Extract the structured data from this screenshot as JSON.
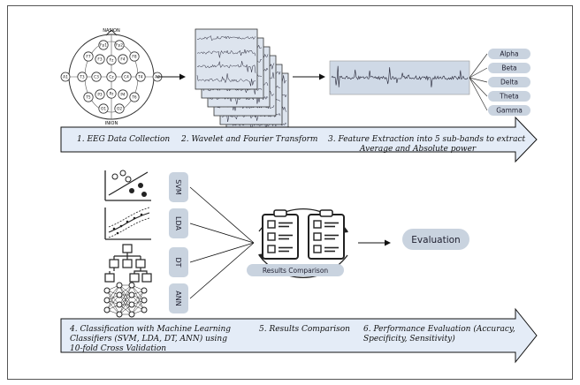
{
  "eeg_cap": {
    "top_label": "NASION",
    "bottom_label": "INION",
    "left_ear": "A1",
    "right_ear": "A2",
    "electrodes": [
      "Fp1",
      "Fp2",
      "F7",
      "F3",
      "Fz",
      "F4",
      "F8",
      "T3",
      "C3",
      "Cz",
      "C4",
      "T4",
      "T5",
      "P3",
      "Pz",
      "P4",
      "T6",
      "O1",
      "O2"
    ]
  },
  "bands": [
    "Alpha",
    "Beta",
    "Delta",
    "Theta",
    "Gamma"
  ],
  "steps_top": [
    "1. EEG Data Collection",
    "2. Wavelet and Fourier Transform",
    "3. Feature Extraction into 5 sub-bands to extract",
    "Average and Absolute power"
  ],
  "classifiers": [
    "SVM",
    "LDA",
    "DT",
    "ANN"
  ],
  "comparison_label": "Results Comparison",
  "evaluation_label": "Evaluation",
  "steps_bottom": {
    "s4_lines": [
      "4. Classification with Machine Learning",
      "Classifiers (SVM, LDA, DT, ANN) using",
      "10-fold Cross Validation"
    ],
    "s5": "5. Results Comparison",
    "s6_lines": [
      "6. Performance Evaluation (Accuracy,",
      "Specificity, Sensitivity)"
    ]
  },
  "colors": {
    "arrow_fill": "#e4ecf7",
    "pill_fill": "#c9d3df",
    "signal_bg": "#cfd9e6"
  }
}
